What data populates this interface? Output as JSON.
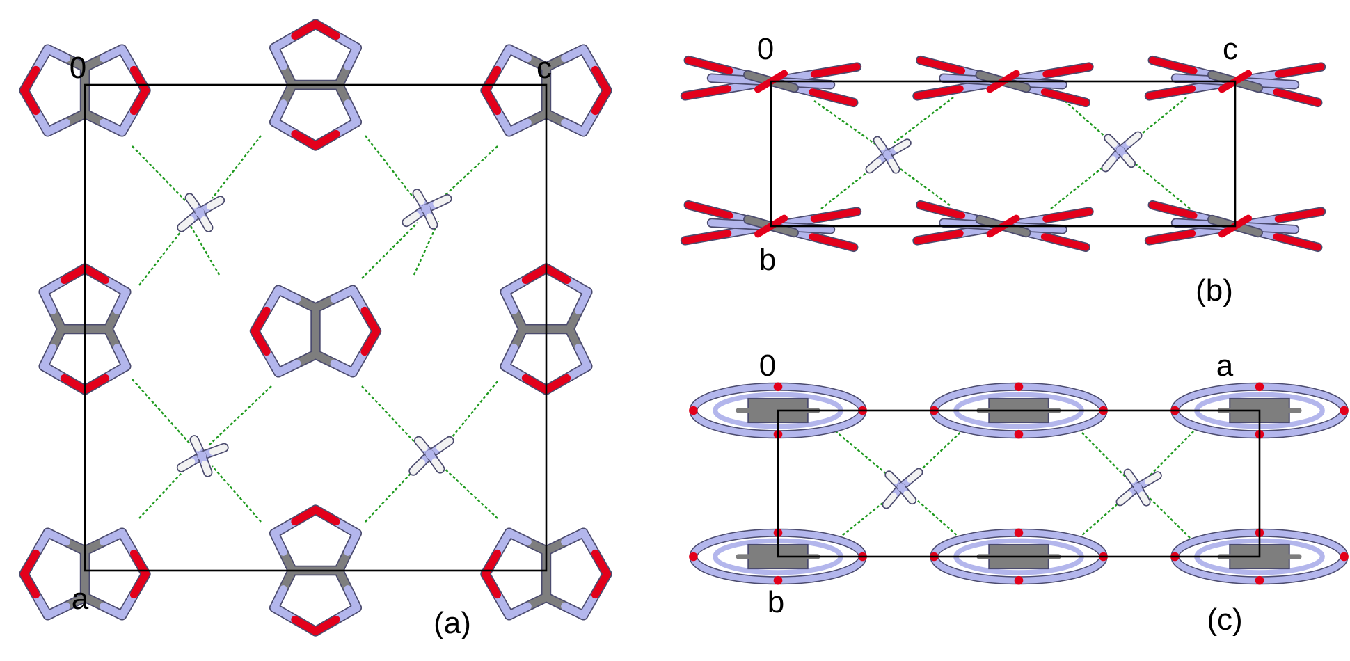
{
  "panels": {
    "a": {
      "caption": "(a)",
      "axis_labels": {
        "origin": "0",
        "right": "c",
        "down": "a"
      }
    },
    "b": {
      "caption": "(b)",
      "axis_labels": {
        "origin": "0",
        "right": "c",
        "down": "b"
      }
    },
    "c": {
      "caption": "(c)",
      "axis_labels": {
        "origin": "0",
        "right": "a",
        "down": "b"
      }
    }
  },
  "colors": {
    "carbon": "#7e7e7e",
    "nitrogen": "#b3b6ec",
    "oxygen": "#e3001b",
    "hydrogen": "#f2f2f2",
    "hydrogen_bond": "#1f9a1f",
    "unit_cell": "#000000"
  }
}
